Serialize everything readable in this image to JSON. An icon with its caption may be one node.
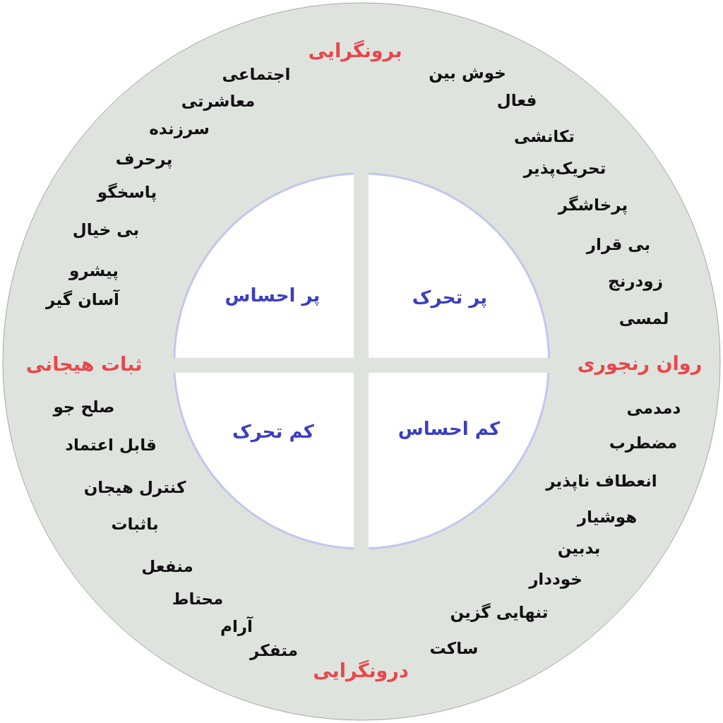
{
  "diagram": {
    "nodes": [
      {
        "text": [
          "پر تحرک"
        ]
      },
      {
        "text": [
          "پر احساس"
        ]
      },
      {
        "text": [
          "کم احساس"
        ]
      },
      {
        "text": [
          "کم تحرک"
        ]
      }
    ],
    "labels": [
      "برونگرایی",
      "خوش بین",
      "فعال",
      "تکانشی",
      "تحریک‌پذیر",
      "پرخاشگر",
      "بی قرار",
      "زودرنج",
      "لمسی",
      "اجتماعی",
      "معاشرتی",
      "سرزنده",
      "پرحرف",
      "پاسخگو",
      "بی خیال",
      "پیشرو",
      "آسان گیر",
      "روان رنجوری",
      "ثبات هیجانی",
      "دمدمی",
      "مضطرب",
      "انعطاف ناپذیر",
      "هوشیار",
      "بدبین",
      "خوددار",
      "تنهایی گزین",
      "ساکت",
      "صلح جو",
      "قابل اعتماد",
      "کنترل هیجان",
      "باثبات",
      "منفعل",
      "محتاط",
      "آرام",
      "متفکر",
      "درونگرایی"
    ]
  }
}
